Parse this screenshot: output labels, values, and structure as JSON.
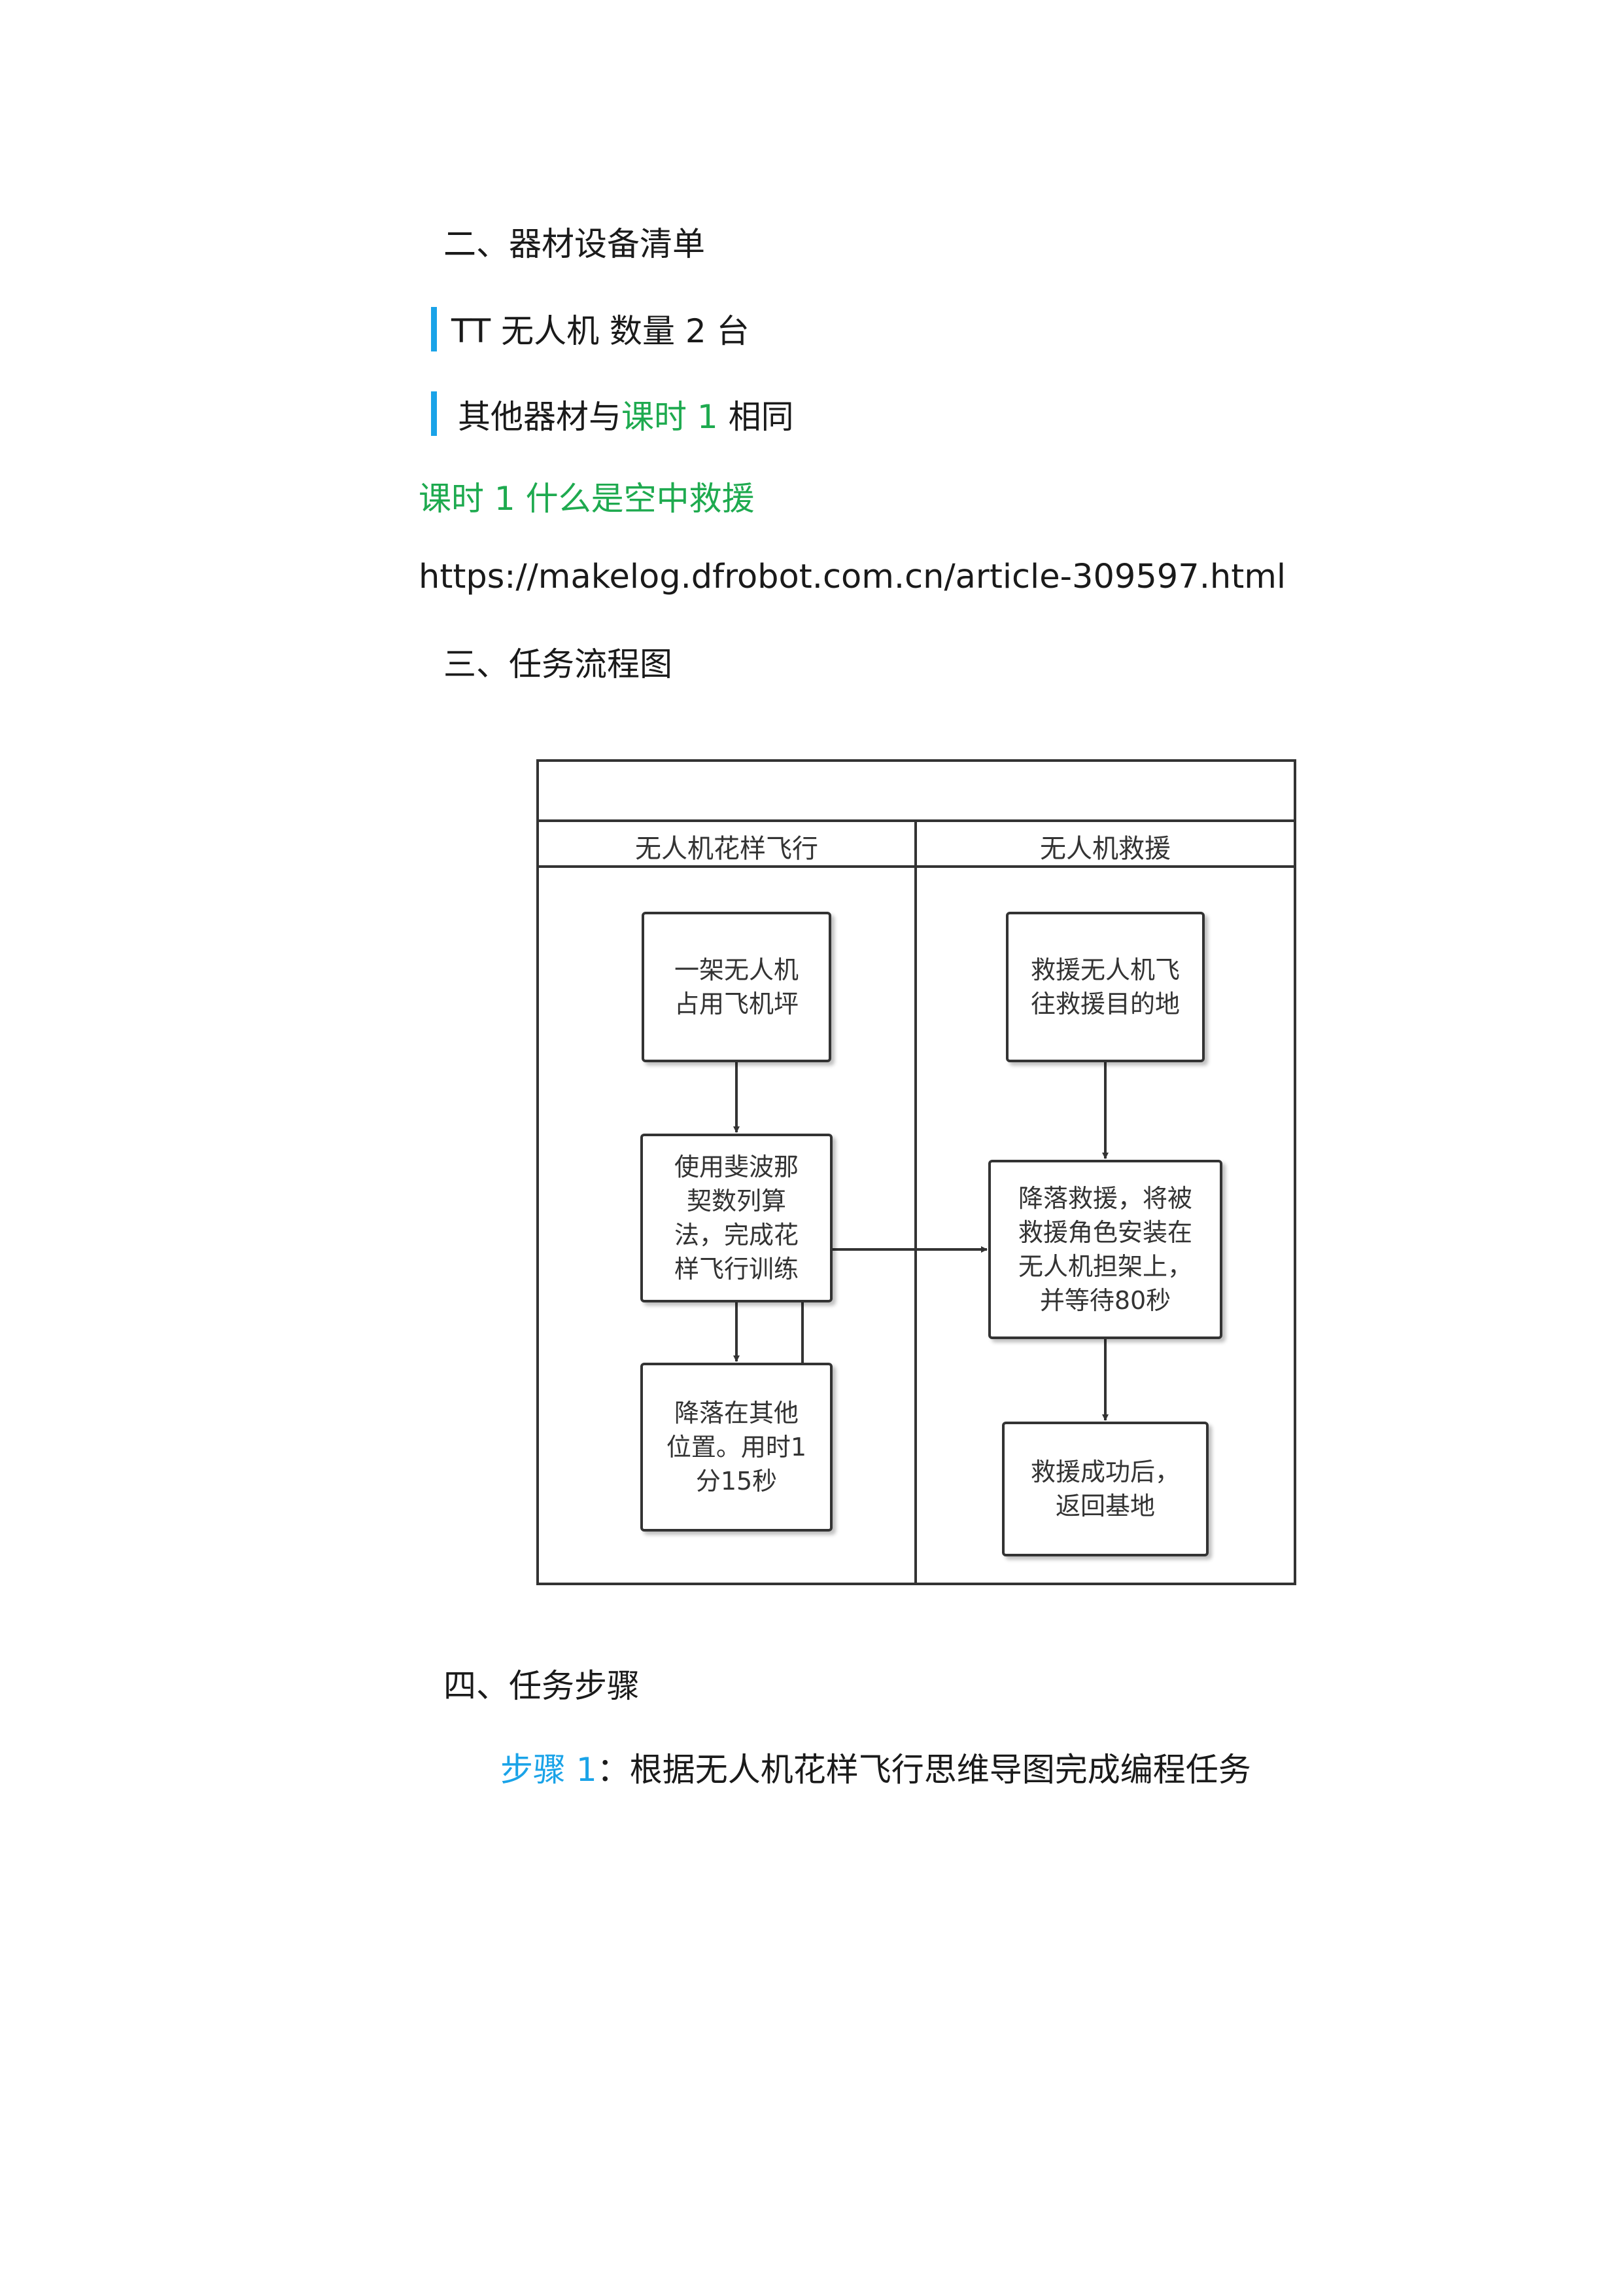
{
  "sections": {
    "equipment_heading": "二、器材设备清单",
    "equipment_items": [
      {
        "text": "TT 无人机  数量 2 台"
      },
      {
        "prefix": "其他器材与",
        "link": "课时 1",
        "suffix": " 相同"
      }
    ],
    "lesson_link": "课时 1 什么是空中救援",
    "url": "https://makelog.dfrobot.com.cn/article-309597.html",
    "flow_heading": "三、任务流程图",
    "steps_heading": "四、任务步骤",
    "step1": {
      "label": "步骤 1",
      "colon": "：",
      "text": "根据无人机花样飞行思维导图完成编程任务"
    }
  },
  "flowchart": {
    "title": "",
    "lanes": [
      {
        "label": "无人机花样飞行"
      },
      {
        "label": "无人机救援"
      }
    ],
    "nodes": [
      {
        "id": "a1",
        "text": "一架无人机\n占用飞机坪"
      },
      {
        "id": "a2",
        "text": "使用斐波那\n契数列算\n法，完成花\n样飞行训练"
      },
      {
        "id": "a3",
        "text": "降落在其他\n位置。用时1\n分15秒"
      },
      {
        "id": "b1",
        "text": "救援无人机飞\n往救援目的地"
      },
      {
        "id": "b2",
        "text": "降落救援，将被\n救援角色安装在\n无人机担架上，\n并等待80秒"
      },
      {
        "id": "b3",
        "text": "救援成功后，\n返回基地"
      }
    ],
    "edges": [
      [
        "a1",
        "a2"
      ],
      [
        "a2",
        "a3"
      ],
      [
        "a3",
        "b2"
      ],
      [
        "b1",
        "b2"
      ],
      [
        "b2",
        "b3"
      ]
    ]
  },
  "colors": {
    "accent_blue": "#1aa3e8",
    "link_green": "#1eaa4f",
    "line": "#333333"
  }
}
